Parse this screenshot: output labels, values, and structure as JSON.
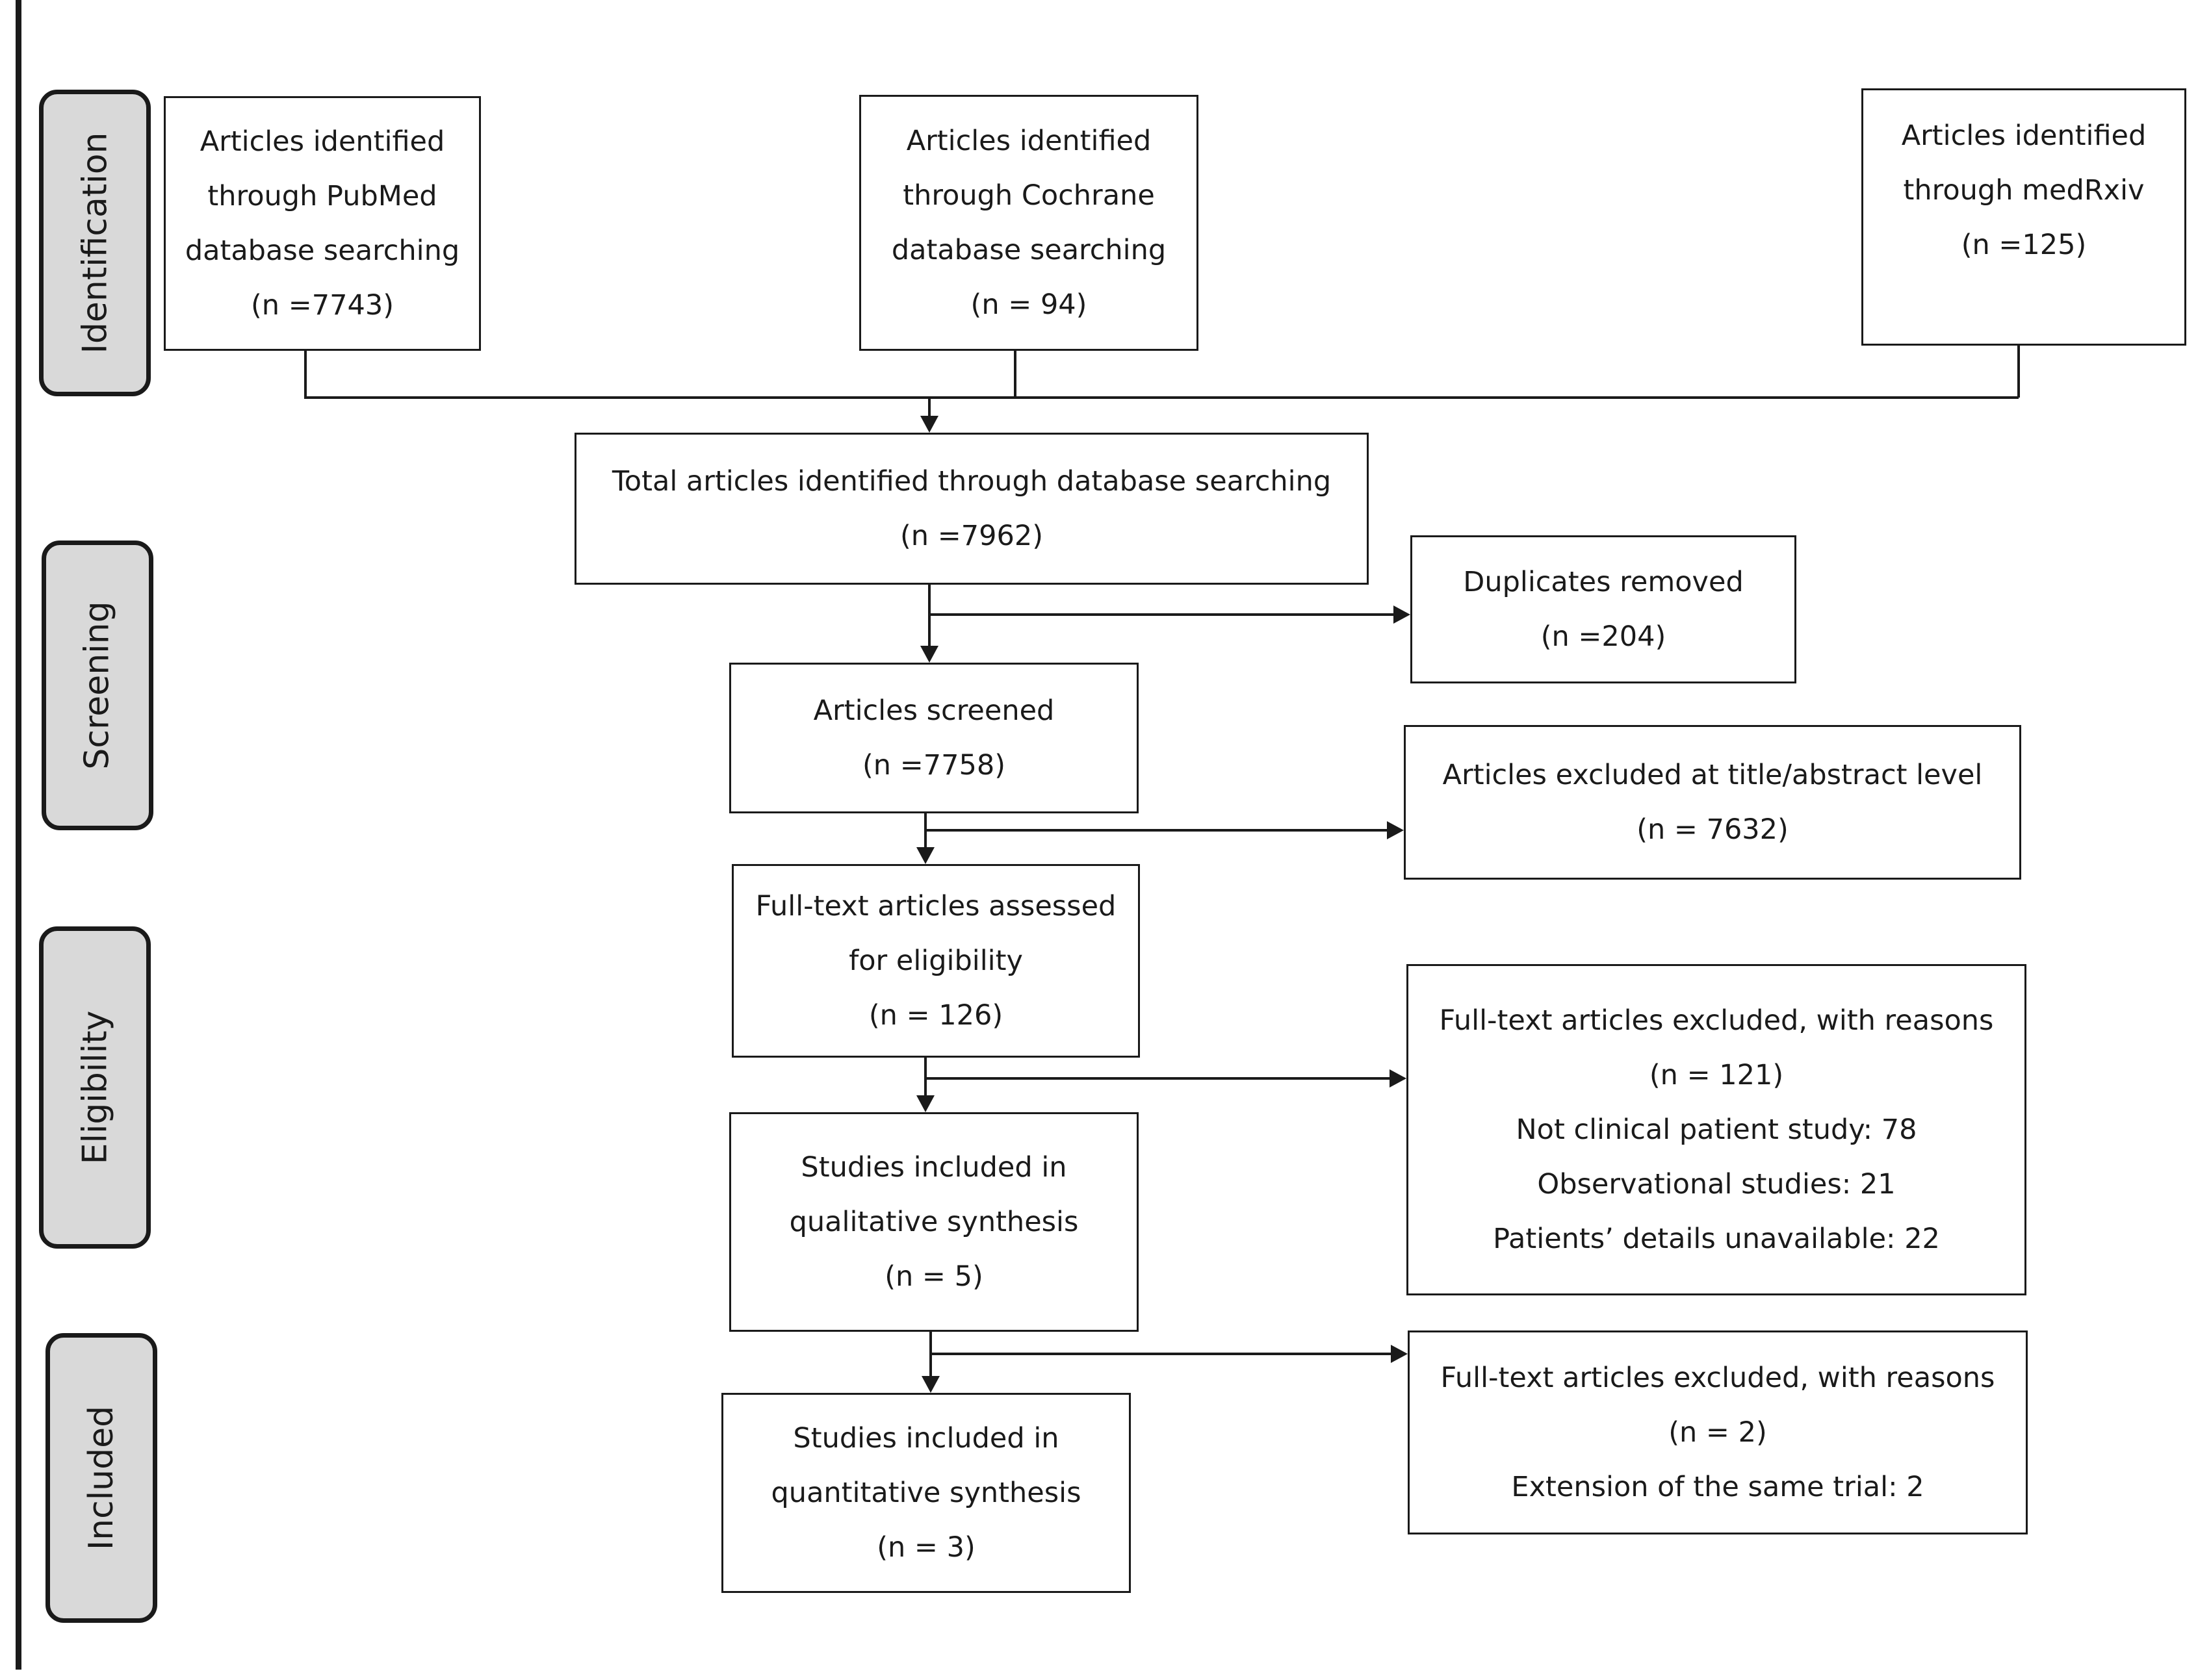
{
  "stages": [
    {
      "id": "identification",
      "label": "Identification"
    },
    {
      "id": "screening",
      "label": "Screening"
    },
    {
      "id": "eligibility",
      "label": "Eligibility"
    },
    {
      "id": "included",
      "label": "Included"
    }
  ],
  "boxes": {
    "pubmed": [
      "Articles identified",
      "through PubMed",
      "database searching",
      "(n =7743)"
    ],
    "cochrane": [
      "Articles identified",
      "through Cochrane",
      "database searching",
      "(n = 94)"
    ],
    "medrxiv": [
      "Articles identified",
      "through medRxiv",
      "(n =125)"
    ],
    "total": [
      "Total articles identified through database searching",
      "(n =7962)"
    ],
    "duplicates": [
      "Duplicates removed",
      "(n =204)"
    ],
    "screened": [
      "Articles screened",
      "(n =7758)"
    ],
    "excluded_title": [
      "Articles excluded at title/abstract level",
      "(n = 7632)"
    ],
    "fulltext_assessed": [
      "Full-text articles assessed",
      "for eligibility",
      "(n = 126)"
    ],
    "fulltext_excluded": [
      "Full-text articles excluded, with reasons",
      "(n = 121)",
      "Not clinical patient study: 78",
      "Observational studies: 21",
      "Patients’ details unavailable: 22"
    ],
    "qualitative": [
      "Studies included in",
      "qualitative synthesis",
      "(n = 5)"
    ],
    "excluded_trial": [
      "Full-text articles excluded, with reasons",
      "(n = 2)",
      "Extension of the same trial: 2"
    ],
    "quantitative": [
      "Studies included in",
      "quantitative synthesis",
      "(n = 3)"
    ]
  }
}
